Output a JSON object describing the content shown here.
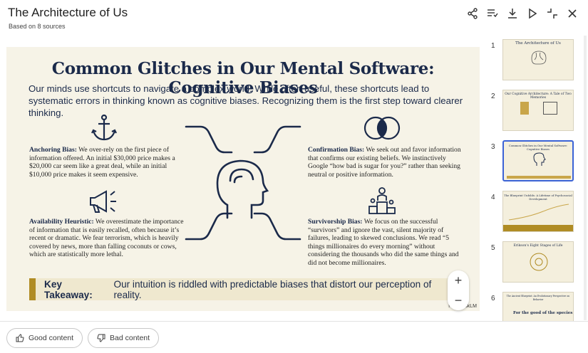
{
  "header": {
    "title": "The Architecture of Us",
    "subtitle": "Based on 8 sources"
  },
  "toolbar": [
    "share-icon",
    "playlist-icon",
    "download-icon",
    "play-icon",
    "collapse-icon",
    "close-icon"
  ],
  "slide": {
    "title": "Common Glitches in Our Mental Software: Cognitive Biases",
    "intro": "Our minds use shortcuts to navigate a complex world. While often useful, these shortcuts lead to systematic errors in thinking known as cognitive biases. Recognizing them is the first step toward clearer thinking.",
    "biases": [
      {
        "name": "Anchoring Bias:",
        "text": "We over-rely on the first piece of information offered. An initial $30,000 price makes a $20,000 car seem like a great deal, while an initial $10,000 price makes it seem expensive.",
        "icon": "anchor-icon"
      },
      {
        "name": "Confirmation Bias:",
        "text": "We seek out and favor information that confirms our existing beliefs. We instinctively Google “how bad is sugar for you?” rather than seeking neutral or positive information.",
        "icon": "venn-icon"
      },
      {
        "name": "Availability Heuristic:",
        "text": "We overestimate the importance of information that is easily recalled, often because it’s recent or dramatic. We fear terrorism, which is heavily covered by news, more than falling coconuts or cows, which are statistically more lethal.",
        "icon": "megaphone-icon"
      },
      {
        "name": "Survivorship Bias:",
        "text": "We focus on the successful “survivors” and ignore the vast, silent majority of failures, leading to skewed conclusions. We read “5 things millionaires do every morning” without considering the thousands who did the same things and did not become millionaires.",
        "icon": "podium-icon"
      }
    ],
    "takeaway_label": "Key Takeaway:",
    "takeaway_text": "Our intuition is riddled with predictable biases that distort our perception of reality.",
    "watermark": "NotebookLM"
  },
  "zoom": {
    "in": "+",
    "out": "−"
  },
  "thumbnails": [
    {
      "num": "1",
      "title": "The Architecture of Us"
    },
    {
      "num": "2",
      "title": "Our Cognitive Architecture: A Tale of Two Memories"
    },
    {
      "num": "3",
      "title": "Common Glitches in Our Mental Software: Cognitive Biases",
      "active": true
    },
    {
      "num": "4",
      "title": "The Blueprint Unfolds: A Lifetime of Psychosocial Development"
    },
    {
      "num": "5",
      "title": "Erikson's Eight Stages of Life"
    },
    {
      "num": "6",
      "title": "The Ancient Blueprint: An Evolutionary Perspective on Behavior",
      "extra": "For the good of the species"
    }
  ],
  "footer": {
    "good": "Good content",
    "bad": "Bad content"
  },
  "colors": {
    "navy": "#1b2a4a",
    "gold": "#b08c24",
    "slide_bg": "#f6f3e7",
    "accent_blue": "#3b63d6"
  }
}
